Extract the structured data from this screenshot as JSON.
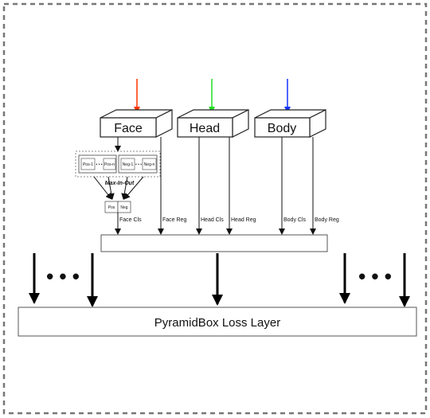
{
  "branches": [
    {
      "label": "Face",
      "arrow_color": "#ff3300"
    },
    {
      "label": "Head",
      "arrow_color": "#22dd22"
    },
    {
      "label": "Body",
      "arrow_color": "#1133ff"
    }
  ],
  "maxinout": {
    "cells": [
      "Pos-1",
      "Pos-n",
      "Neg-1",
      "Neg-n"
    ],
    "dots": "• • •",
    "title": "Max-In-Out",
    "out_cells": [
      "Pos",
      "Neg"
    ]
  },
  "outputs": [
    "Face Cls",
    "Face Reg",
    "Head Cls",
    "Head Reg",
    "Body Cls",
    "Body Reg"
  ],
  "side_dots": [
    "• • •",
    "• • •"
  ],
  "loss_layer": "PyramidBox Loss Layer"
}
